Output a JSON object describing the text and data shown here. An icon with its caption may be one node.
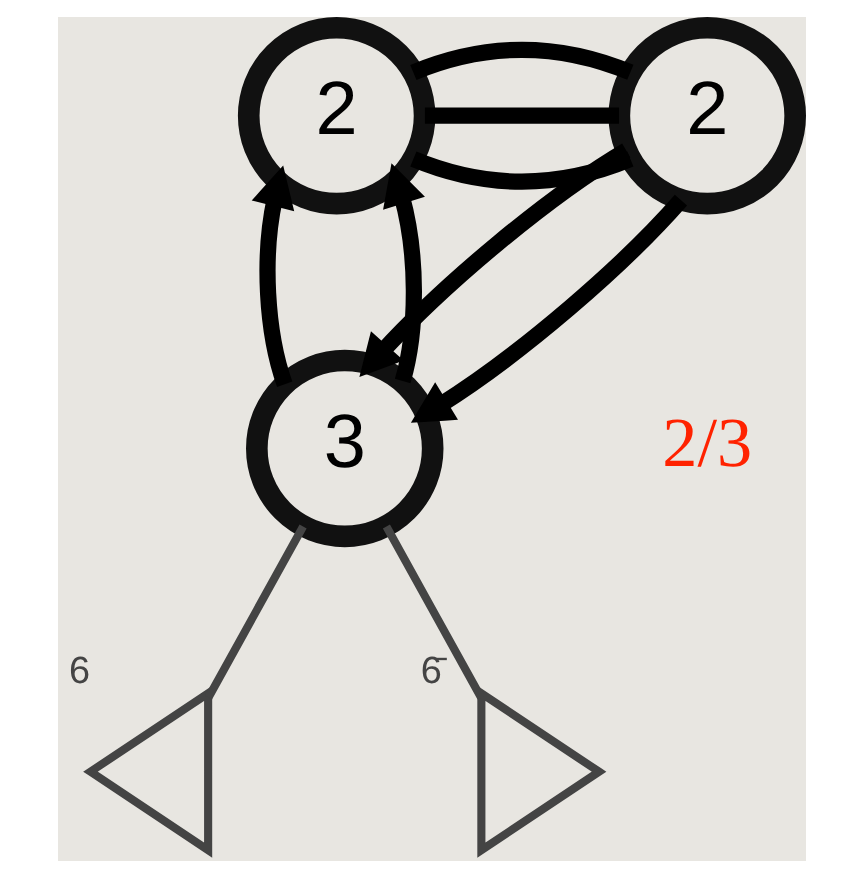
{
  "diagram": {
    "nodes": [
      {
        "text": [
          "2"
        ]
      },
      {
        "text": [
          "2"
        ]
      },
      {
        "text": [
          "3"
        ]
      },
      {
        "text": [],
        "shape": "triangle",
        "beside": [
          "6"
        ]
      },
      {
        "text": [],
        "shape": "triangle",
        "beside": [
          "6̄"
        ]
      }
    ],
    "edges": [
      {
        "from": 0,
        "to": 1,
        "arrow": "none"
      },
      {
        "from": 0,
        "to": 1,
        "arrow": "none"
      },
      {
        "from": 0,
        "to": 1,
        "arrow": "none"
      },
      {
        "from": 2,
        "to": 0,
        "arrow": "to"
      },
      {
        "from": 2,
        "to": 0,
        "arrow": "to"
      },
      {
        "from": 1,
        "to": 2,
        "arrow": "to"
      },
      {
        "from": 1,
        "to": 2,
        "arrow": "to"
      },
      {
        "from": 2,
        "to": 3,
        "arrow": "none",
        "color": "#444444"
      },
      {
        "from": 2,
        "to": 4,
        "arrow": "none",
        "color": "#444444"
      }
    ],
    "labels": [
      "2/3"
    ]
  }
}
